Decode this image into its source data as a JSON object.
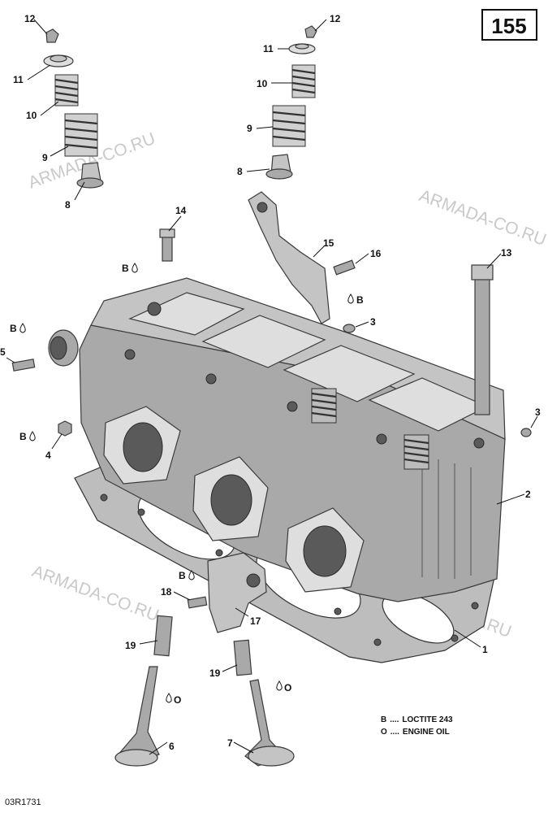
{
  "page_number": "155",
  "drawing_code": "03R1731",
  "watermark_text": "ARMADA-CO.RU",
  "legend": [
    {
      "code": "B",
      "sep": "....",
      "text": "LOCTITE 243"
    },
    {
      "code": "O",
      "sep": "....",
      "text": "ENGINE OIL"
    }
  ],
  "callouts": {
    "n12a": "12",
    "n11a": "11",
    "n10a": "10",
    "n9a": "9",
    "n8a": "8",
    "n12b": "12",
    "n11b": "11",
    "n10b": "10",
    "n9b": "9",
    "n8b": "8",
    "n14": "14",
    "n15": "15",
    "n16": "16",
    "n13": "13",
    "n3a": "3",
    "n3b": "3",
    "n5": "5",
    "n4": "4",
    "n2": "2",
    "n18": "18",
    "n17": "17",
    "n1": "1",
    "n19a": "19",
    "n19b": "19",
    "n6": "6",
    "n7": "7"
  },
  "markers": {
    "b14": "B",
    "b16": "B",
    "b5": "B",
    "b4": "B",
    "b18": "B",
    "o6": "O",
    "o7": "O"
  }
}
